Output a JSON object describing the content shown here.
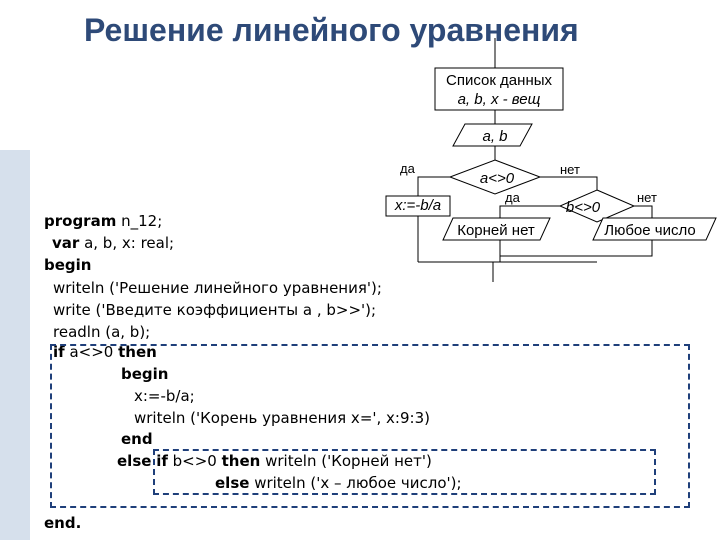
{
  "title": "Решение линейного уравнения",
  "flowchart": {
    "data_box": [
      "Список данных",
      "a, b, x - вещ"
    ],
    "input": "a, b",
    "cond1": "a<>0",
    "cond1_yes": "да",
    "cond1_no": "нет",
    "assign": "x:=-b/a",
    "cond2": "b<>0",
    "cond2_yes": "да",
    "cond2_no": "нет",
    "out_no_roots": "Корней нет",
    "out_any": "Любое число"
  },
  "code": {
    "l1_kw": "program",
    "l1_rest": " n_12;",
    "l2_kw": "var",
    "l2_rest": " a, b, x: real;",
    "l3": "begin",
    "l4": "writeln ('Решение линейного уравнения');",
    "l5": "write ('Введите коэффициенты a , b>>');",
    "l6": "readln (a, b);",
    "l7_kw1": "if",
    "l7_mid": " a<>0 ",
    "l7_kw2": "then",
    "l8": "begin",
    "l9": "x:=-b/a;",
    "l10": "writeln ('Корень уравнения x=', x:9:3)",
    "l11": "end",
    "l12_kw1": "else",
    "l12_kw2": "if",
    "l12_mid": " b<>0 ",
    "l12_kw3": "then",
    "l12_rest": " writeln ('Корней нет')",
    "l13_kw": "else",
    "l13_rest": " writeln ('x – любое число');",
    "l14": "end."
  }
}
